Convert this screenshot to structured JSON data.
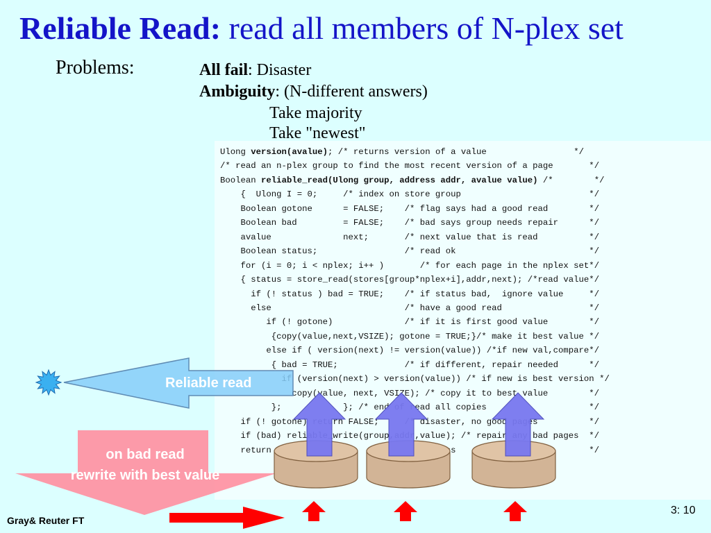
{
  "slide": {
    "title_bold": "Reliable Read:",
    "title_rest": " read all members of N-plex set",
    "problems_label": "Problems:",
    "all_fail_label": "All fail",
    "all_fail_text": ": Disaster",
    "ambiguity_label": "Ambiguity",
    "ambiguity_text": ": (N-different answers)",
    "majority": "Take majority",
    "newest": "Take \"newest\""
  },
  "code_lines": [
    [
      "Ulong ",
      {
        "b": "version(avalue)"
      },
      "; /* returns version of a value                 */"
    ],
    [
      "/* read an n-plex group to find the most recent version of a page       */"
    ],
    [
      "Boolean ",
      {
        "b": "reliable_read(Ulong group, address addr, avalue value)"
      },
      " /*        */"
    ],
    [
      "    {  Ulong I = 0;     /* index on store group                         */"
    ],
    [
      "    Boolean gotone      = FALSE;    /* flag says had a good read        */"
    ],
    [
      "    Boolean bad         = FALSE;    /* bad says group needs repair      */"
    ],
    [
      "    avalue              next;       /* next value that is read          */"
    ],
    [
      "    Boolean status;                 /* read ok                          */"
    ],
    [
      "    for (i = 0; i < nplex; i++ )       /* for each page in the nplex set*/"
    ],
    [
      "    { status = store_read(stores[group*nplex+i],addr,next); /*read value*/"
    ],
    [
      "      if (! status ) bad = TRUE;    /* if status bad,  ignore value     */"
    ],
    [
      "      else                          /* have a good read                 */"
    ],
    [
      "         if (! gotone)              /* if it is first good value        */"
    ],
    [
      "          {copy(value,next,VSIZE); gotone = TRUE;}/* make it best value */"
    ],
    [
      "         else if ( version(next) != version(value)) /*if new val,compare*/"
    ],
    [
      "          { bad = TRUE;             /* if different, repair needed      */"
    ],
    [
      "            if (version(next) > version(value)) /* if new is best version */"
    ],
    [
      "              copy(value, next, VSIZE); /* copy it to best value        */"
    ],
    [
      "          };            }; /* end of read all copies                    */"
    ],
    [
      "    if (! gotone) return FALSE;     /* disaster, no good pages          */"
    ],
    [
      "    if (bad) reliable_write(group,addr,value); /* repair any bad pages  */"
    ],
    [
      "    return TRUE;                    /* success                          */"
    ]
  ],
  "diagram": {
    "reliable_read_label": "Reliable read",
    "bad_read_line1": "on bad read",
    "bad_read_line2": "rewrite with best value"
  },
  "footer": {
    "left": "Gray& Reuter  FT",
    "page": "3: 10"
  },
  "colors": {
    "title": "#1414c8",
    "big_arrow": "#87cefa",
    "pink_arrow": "#ff8fa0",
    "up_arrow": "#7878f0",
    "red_arrow": "#ff0000",
    "disk": "#d2b496"
  }
}
